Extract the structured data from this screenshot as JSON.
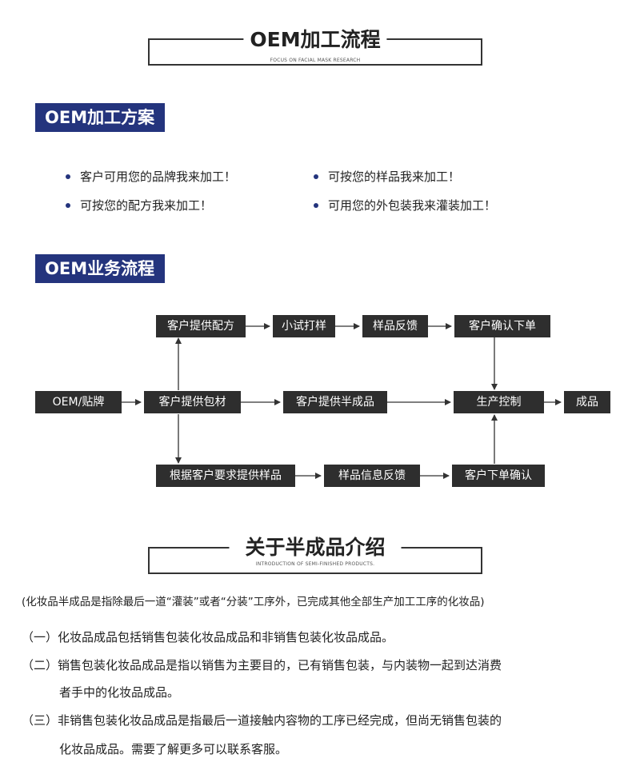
{
  "header1": {
    "title": "OEM加工流程",
    "subtitle": "FOCUS ON FACIAL MASK RESEARCH"
  },
  "section1": {
    "title": "OEM加工方案",
    "items": [
      "客户可用您的品牌我来加工！",
      "可按您的样品我来加工！",
      "可按您的配方我来加工！",
      "可用您的外包装我来灌装加工！"
    ]
  },
  "section2": {
    "title": "OEM业务流程",
    "flow": {
      "oem": "OEM/贴牌",
      "provide_formula": "客户提供配方",
      "small_trial": "小试打样",
      "sample_feedback": "样品反馈",
      "confirm_order": "客户确认下单",
      "provide_packaging": "客户提供包材",
      "provide_semi": "客户提供半成品",
      "production": "生产控制",
      "finished": "成品",
      "make_sample": "根据客户要求提供样品",
      "sample_info_feedback": "样品信息反馈",
      "place_order_confirm": "客户下单确认"
    }
  },
  "header2": {
    "title": "关于半成品介绍",
    "subtitle": "INTRODUCTION OF SEMI-FINISHED PRODUCTS."
  },
  "intro": {
    "note": "(化妆品半成品是指除最后一道“灌装”或者“分装”工序外，已完成其他全部生产加工工序的化妆品)",
    "p1": "（一）化妆品成品包括销售包装化妆品成品和非销售包装化妆品成品。",
    "p2a": "（二）销售包装化妆品成品是指以销售为主要目的，已有销售包装，与内装物一起到达消费",
    "p2b": "者手中的化妆品成品。",
    "p3a": "（三）非销售包装化妆品成品是指最后一道接触内容物的工序已经完成，但尚无销售包装的",
    "p3b": "化妆品成品。需要了解更多可以联系客服。"
  }
}
